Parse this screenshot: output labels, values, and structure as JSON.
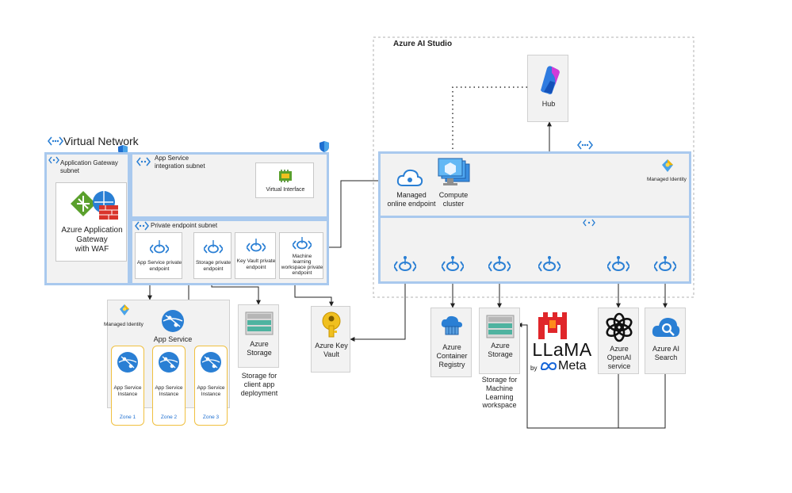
{
  "studio": {
    "title": "Azure AI Studio",
    "hub_label": "Hub",
    "managed_identity": "Managed Identity"
  },
  "vnet": {
    "title": "Virtual Network",
    "agw_subnet": "Application Gateway subnet",
    "agw_label": [
      "Azure Application",
      "Gateway",
      "with WAF"
    ],
    "integration_subnet": [
      "App Service",
      "integration subnet"
    ],
    "virtual_interface": "Virtual Interface",
    "pe_subnet": "Private endpoint subnet",
    "pe_app_service": [
      "App Service private",
      "endpoint"
    ],
    "pe_storage": [
      "Storage private",
      "endpoint"
    ],
    "pe_keyvault": [
      "Key Vault private",
      "endpoint"
    ],
    "pe_ml": [
      "Machine",
      "learning",
      "workspace private",
      "endpoint"
    ]
  },
  "app_service": {
    "managed_identity": "Managed Identity",
    "title": "App Service",
    "instance_label": [
      "App Service",
      "Instance"
    ],
    "zones": [
      "Zone 1",
      "Zone 2",
      "Zone 3"
    ]
  },
  "storage_client": {
    "label": [
      "Azure",
      "Storage"
    ],
    "caption": [
      "Storage for",
      "client app",
      "deployment"
    ]
  },
  "keyvault": {
    "label": [
      "Azure Key",
      "Vault"
    ]
  },
  "compute": {
    "managed_endpoint": [
      "Managed",
      "online endpoint"
    ],
    "cluster": [
      "Compute",
      "cluster"
    ]
  },
  "services": {
    "acr": [
      "Azure",
      "Container",
      "Registry"
    ],
    "storage_ml": [
      "Azure",
      "Storage"
    ],
    "storage_ml_caption": [
      "Storage for",
      "Machine",
      "Learning",
      "workspace"
    ],
    "llama_logo": "LLaMA",
    "llama_by": "by",
    "meta": "Meta",
    "openai": [
      "Azure",
      "OpenAI",
      "service"
    ],
    "search": [
      "Azure AI",
      "Search"
    ]
  },
  "colors": {
    "vnet_border": "#a9c9ee",
    "azure_blue": "#0078d4",
    "zone_border": "#f0c040",
    "llama_red": "#e0262a"
  }
}
